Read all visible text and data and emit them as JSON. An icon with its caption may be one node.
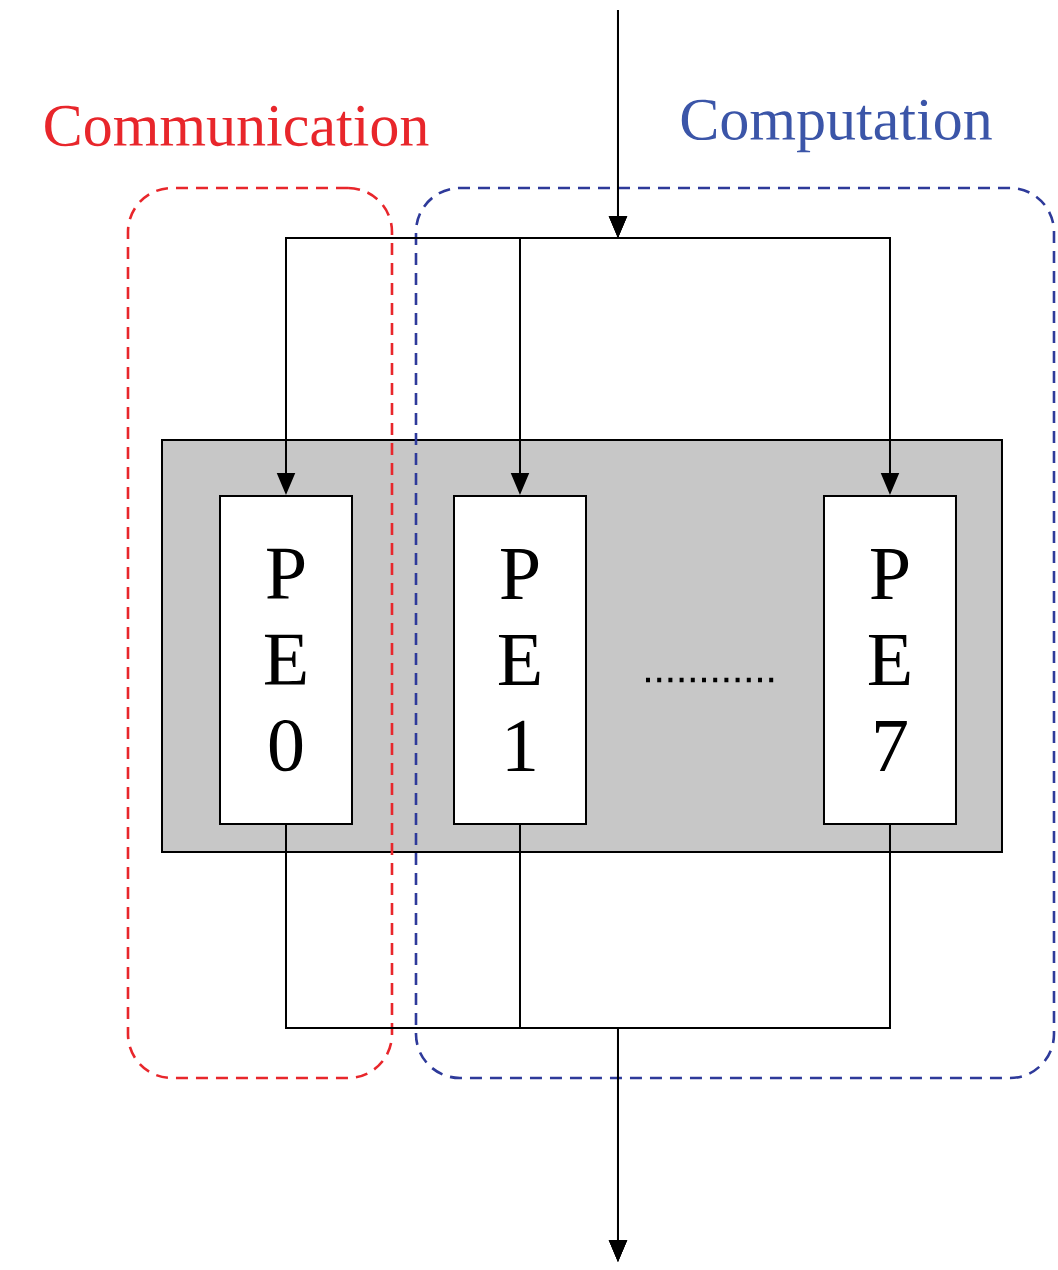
{
  "diagram": {
    "nodes": [
      {
        "text": [
          "Communication"
        ]
      },
      {
        "text": [
          "Computation"
        ]
      },
      {
        "text": [],
        "shape": "box"
      },
      {
        "text": [
          "P E 0"
        ]
      },
      {
        "text": [
          "P E 1"
        ]
      },
      {
        "text": [
          "P E 7"
        ]
      }
    ],
    "edges": [
      {
        "from": null,
        "to": 3,
        "arrow": "to"
      },
      {
        "from": null,
        "to": 4,
        "arrow": "to"
      },
      {
        "from": null,
        "to": 5,
        "arrow": "to"
      },
      {
        "from": 3,
        "to": null,
        "arrow": "to"
      },
      {
        "from": 4,
        "to": null,
        "arrow": "to"
      },
      {
        "from": 5,
        "to": null,
        "arrow": "to"
      }
    ]
  }
}
